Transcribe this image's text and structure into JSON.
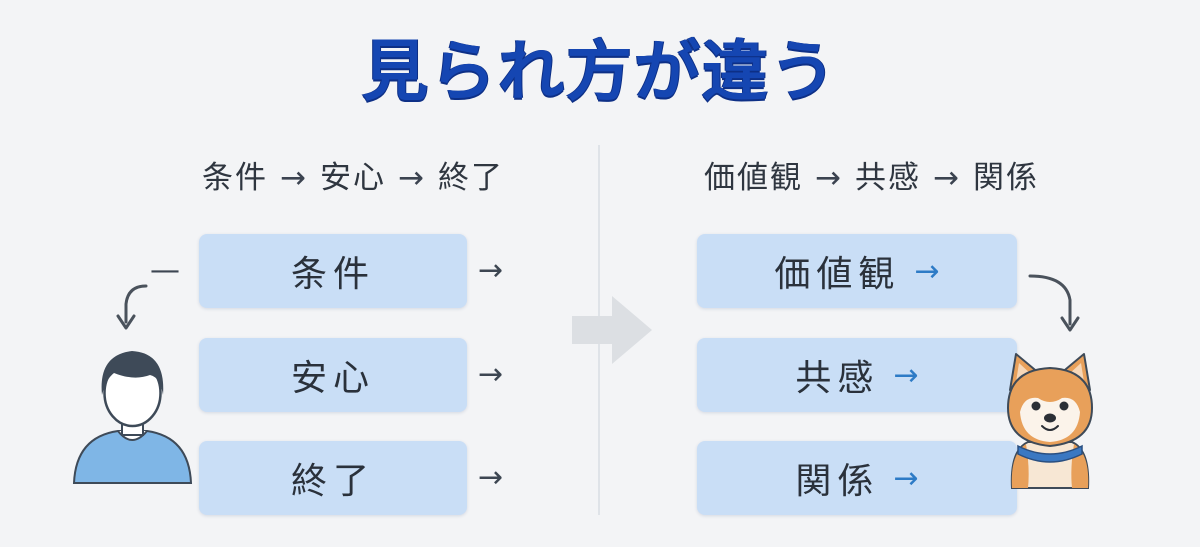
{
  "title": "見られ方が違う",
  "left": {
    "flow": [
      "条件",
      "安心",
      "終了"
    ],
    "boxes": [
      "条件",
      "安心",
      "終了"
    ]
  },
  "right": {
    "flow": [
      "価値観",
      "共感",
      "関係"
    ],
    "boxes": [
      "価値観",
      "共感",
      "関係"
    ]
  },
  "glyphs": {
    "flow_separator": "→",
    "dash": "—",
    "box_arrow": "→"
  },
  "colors": {
    "title": "#1546b2",
    "box": "#c9def6",
    "box_arrow": "#2d7bc6",
    "person_shirt": "#7fb6e6",
    "dog_fur": "#e8a05a",
    "dog_collar": "#3a78c2"
  }
}
